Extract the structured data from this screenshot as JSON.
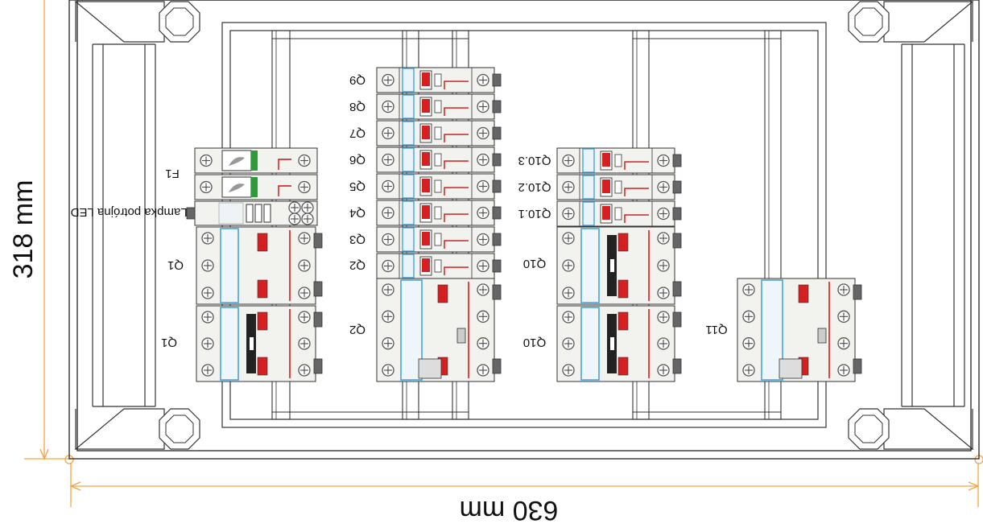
{
  "dimensions": {
    "width_label": "630 mm",
    "height_label": "318 mm",
    "color": "#f5a443"
  },
  "labels": {
    "f1": "F1",
    "lamp": "Lampka potrójna LED",
    "q1_a": "Q1",
    "q1_b": "Q1",
    "q9": "Q9",
    "q8": "Q8",
    "q7": "Q7",
    "q6": "Q6",
    "q5": "Q5",
    "q4": "Q4",
    "q3": "Q3",
    "q2_a": "Q2",
    "q2_b": "Q2",
    "q10_3": "Q10.3",
    "q10_2": "Q10.2",
    "q10_1": "Q10.1",
    "q10_a": "Q10",
    "q10_b": "Q10",
    "q11": "Q11"
  },
  "colors": {
    "line": "#333333",
    "module": "#f2f2ee",
    "breaker_red": "#d42020",
    "wire_red": "#cc1111",
    "accent_blue": "#4aa3d8",
    "green": "#2f9a3a",
    "terminal": "#555555"
  }
}
